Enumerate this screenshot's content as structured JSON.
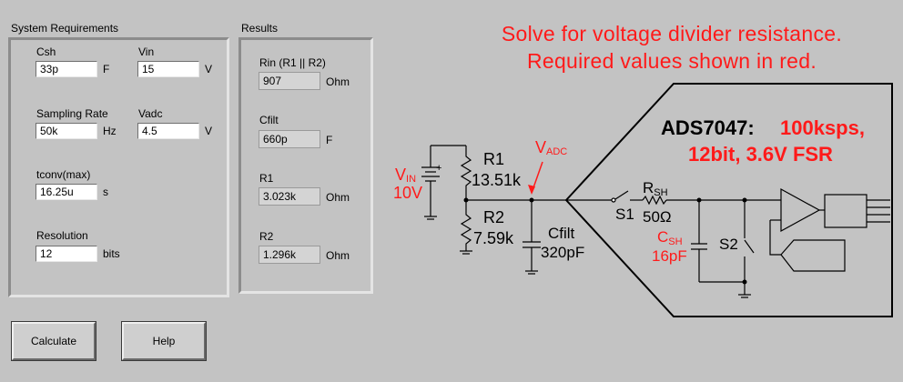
{
  "system_requirements": {
    "title": "System Requirements",
    "csh": {
      "label": "Csh",
      "value": "33p",
      "unit": "F"
    },
    "vin": {
      "label": "Vin",
      "value": "15",
      "unit": "V"
    },
    "sampling_rate": {
      "label": "Sampling Rate",
      "value": "50k",
      "unit": "Hz"
    },
    "vadc": {
      "label": "Vadc",
      "value": "4.5",
      "unit": "V"
    },
    "tconv": {
      "label": "tconv(max)",
      "value": "16.25u",
      "unit": "s"
    },
    "resolution": {
      "label": "Resolution",
      "value": "12",
      "unit": "bits"
    }
  },
  "results": {
    "title": "Results",
    "rin": {
      "label": "Rin (R1 || R2)",
      "value": "907",
      "unit": "Ohm"
    },
    "cfilt": {
      "label": "Cfilt",
      "value": "660p",
      "unit": "F"
    },
    "r1": {
      "label": "R1",
      "value": "3.023k",
      "unit": "Ohm"
    },
    "r2": {
      "label": "R2",
      "value": "1.296k",
      "unit": "Ohm"
    }
  },
  "buttons": {
    "calculate": "Calculate",
    "help": "Help"
  },
  "instructions": {
    "line1": "Solve for voltage divider resistance.",
    "line2": "Required values shown in red."
  },
  "diagram": {
    "vin_label": "V",
    "vin_sub": "IN",
    "vin_value": "10V",
    "r1_label": "R1",
    "r1_value": "13.51k",
    "r2_label": "R2",
    "r2_value": "7.59k",
    "vadc_label": "V",
    "vadc_sub": "ADC",
    "cfilt_label": "Cfilt",
    "cfilt_value": "320pF",
    "s1_label": "S1",
    "rsh_label": "R",
    "rsh_sub": "SH",
    "rsh_value": "50Ω",
    "csh_label": "C",
    "csh_sub": "SH",
    "csh_value": "16pF",
    "s2_label": "S2",
    "device": "ADS7047:",
    "spec1": "100ksps,",
    "spec2": "12bit, 3.6V FSR",
    "colors": {
      "red": "#ff1a1a",
      "black": "#000000"
    }
  }
}
